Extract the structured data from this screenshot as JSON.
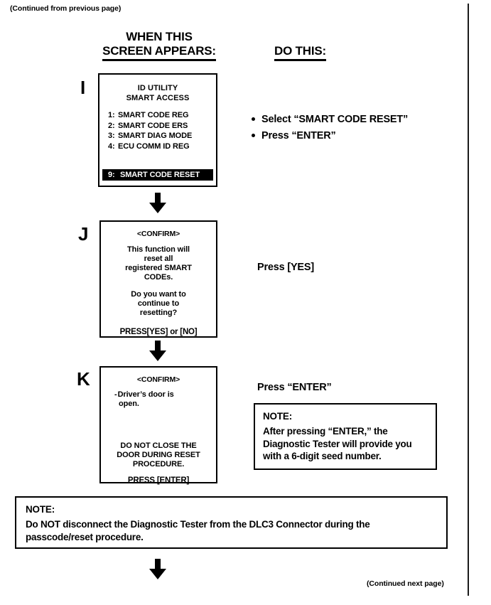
{
  "page": {
    "continued_from": "(Continued from previous page)",
    "continued_next": "(Continued next page)",
    "ink_color": "#000000",
    "paper_color": "#ffffff"
  },
  "columns": {
    "left_heading_line1": "WHEN THIS",
    "left_heading_line2": "SCREEN APPEARS:",
    "right_heading": "DO THIS:"
  },
  "steps": [
    {
      "letter": "I",
      "screen": {
        "title_line1": "ID UTILITY",
        "title_line2": "SMART ACCESS",
        "menu": [
          {
            "num": "1:",
            "label": "SMART CODE REG"
          },
          {
            "num": "2:",
            "label": "SMART CODE ERS"
          },
          {
            "num": "3:",
            "label": "SMART DIAG MODE"
          },
          {
            "num": "4:",
            "label": "ECU COMM ID REG"
          }
        ],
        "highlighted": {
          "num": "9:",
          "label": "SMART CODE RESET"
        }
      },
      "instructions": [
        "Select “SMART CODE RESET”",
        "Press “ENTER”"
      ]
    },
    {
      "letter": "J",
      "screen": {
        "header": "<CONFIRM>",
        "paragraph1_line1": "This function will",
        "paragraph1_line2": "reset all",
        "paragraph1_line3": "registered SMART",
        "paragraph1_line4": "CODEs.",
        "paragraph2_line1": "Do you want to",
        "paragraph2_line2": "continue to",
        "paragraph2_line3": "resetting?",
        "footer": "PRESS[YES] or [NO]"
      },
      "instruction": "Press [YES]"
    },
    {
      "letter": "K",
      "screen": {
        "header": "<CONFIRM>",
        "bullet_line1": "Driver’s door is",
        "bullet_line2": "open.",
        "bullet_dash": "-",
        "warning_line1": "DO NOT CLOSE THE",
        "warning_line2": "DOOR DURING RESET",
        "warning_line3": "PROCEDURE.",
        "footer": "PRESS [ENTER]"
      },
      "instruction": "Press “ENTER”",
      "note": {
        "label": "NOTE:",
        "line1": "After pressing “ENTER,” the",
        "line2": "Diagnostic Tester will provide you",
        "line3": "with a 6-digit seed number."
      }
    }
  ],
  "bottom_note": {
    "label": "NOTE:",
    "line1": "Do NOT disconnect the Diagnostic Tester from the DLC3 Connector during the",
    "line2": "passcode/reset procedure."
  },
  "icons": {
    "arrow_down": "arrow-down-icon"
  }
}
